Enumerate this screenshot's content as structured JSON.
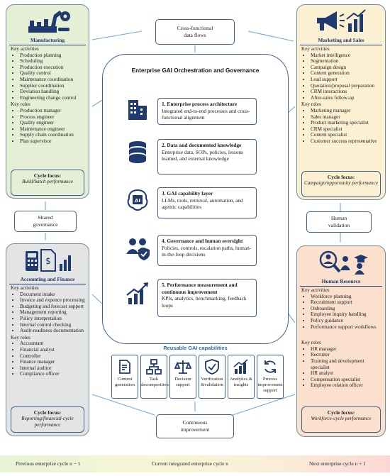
{
  "connector_labels": {
    "top": "Cross-functional\ndata flows",
    "left": "Shared\ngovernance",
    "right": "Human\nvalidation",
    "bottom": "Continuous\nimprovement"
  },
  "center": {
    "title": "Enterprise GAI Orchestration and Governance",
    "layers": [
      {
        "title": "1. Enterprise process architecture",
        "desc": "Integrated end-to-end processes and cross-functional alignment",
        "icon": "building-icon"
      },
      {
        "title": "2. Data and documented knowledge",
        "desc": "Enterprise data, SOPs, policies, lessons learned, and external knowledge",
        "icon": "database-icon"
      },
      {
        "title": "3. GAI capability layer",
        "desc": "LLMs, tools, retrieval, automation, and agentic capabilities",
        "icon": "ai-brain-icon"
      },
      {
        "title": "4. Governance and human oversight",
        "desc": "Policies, controls, escalation paths, human-in-the-loop decisions",
        "icon": "people-shield-icon"
      },
      {
        "title": "5. Performance measurement and continuous improvement",
        "desc": "KPIs, analytics, benchmarking, feedback loops",
        "icon": "growth-chart-icon"
      }
    ]
  },
  "capabilities": {
    "title": "Reusable GAI capabilities",
    "items": [
      {
        "label": "Content generation",
        "icon": "document-pen-icon"
      },
      {
        "label": "Task decomposition",
        "icon": "hierarchy-icon"
      },
      {
        "label": "Decision support",
        "icon": "scales-icon"
      },
      {
        "label": "Verification &validation",
        "icon": "shield-check-icon"
      },
      {
        "label": "Analytics & insights",
        "icon": "bar-chart-icon"
      },
      {
        "label": "Process improvement support",
        "icon": "refresh-icon"
      }
    ]
  },
  "panels": {
    "manufacturing": {
      "title": "Manufacturing",
      "activities_heading": "Key activities",
      "activities": [
        "Production planning",
        "Scheduling",
        "Production execution",
        "Quality control",
        "Maintenance coordination",
        "Supplier coordination",
        "Deviation handling",
        "Engineering change control"
      ],
      "roles_heading": "Key roles",
      "roles": [
        "Production manager",
        "Process engineer",
        "Quality engineer",
        "Maintenance engineer",
        "Supply chain coordination",
        "Plan supervisor"
      ],
      "cycle_heading": "Cycle focus:",
      "cycle_text": "Build/batch performance"
    },
    "marketing": {
      "title": "Marketing and Sales",
      "activities_heading": "Key activities",
      "activities": [
        "Market intelligence",
        "Segmentation",
        "Campaign design",
        "Content generation",
        "Lead support",
        "Quotation/proposal preparation",
        "CRM interactions",
        "After-sales follow-up"
      ],
      "roles_heading": "Key roles",
      "roles": [
        "Marketing manager",
        "Sales manager",
        "Product marketing specialist",
        "CRM specialist",
        "Content specialist",
        "Customer success representative"
      ],
      "cycle_heading": "Cycle focus:",
      "cycle_text": "Campaign/opportunity performance"
    },
    "accounting": {
      "title": "Accounting and Finance",
      "activities_heading": "Key activities",
      "activities": [
        "Document intake",
        "Invoice and expence processing",
        "Budgeting and forecast support",
        "Management reporting",
        "Policy interpretation",
        "Internal control checking",
        "Audit-readiness documentation"
      ],
      "roles_heading": "Key roles",
      "roles": [
        "Accountant",
        "Financial analyst",
        "Controller",
        "Finance manager",
        "Internal auditor",
        "Compliance officer"
      ],
      "cycle_heading": "Cycle focus:",
      "cycle_text": "Reporting/financial-cycle performance"
    },
    "hr": {
      "title": "Human Resource",
      "activities_heading": "Key activities",
      "activities": [
        "Workforce planning",
        "Recruitment support",
        "Onboarding",
        "Employee inquiry handling",
        "Policy guidance",
        "Performance support workflows"
      ],
      "roles_heading": "Key roles",
      "roles": [
        "HR manager",
        "Recruiter",
        "Training and development specialist",
        "HR analyst",
        "Compensation specialist",
        "Employee relation officer"
      ],
      "cycle_heading": "Cycle focus:",
      "cycle_text": "Workforce-cycle performance"
    }
  },
  "cycle_bar": {
    "previous": "Previous enterprise cycle n − 1",
    "current": "Current integrated enterprise cycle n",
    "next": "Next enterprise cycle n + 1"
  },
  "colors": {
    "border": "#3e5f95",
    "title": "#1f3a6e",
    "manufacturing_bg": "#e4efd6",
    "marketing_bg": "#fbf1d2",
    "accounting_bg": "#e4e4e4",
    "hr_bg": "#fbe1cd",
    "icon": "#1f3a6e",
    "arrow": "#7aa6d6"
  }
}
